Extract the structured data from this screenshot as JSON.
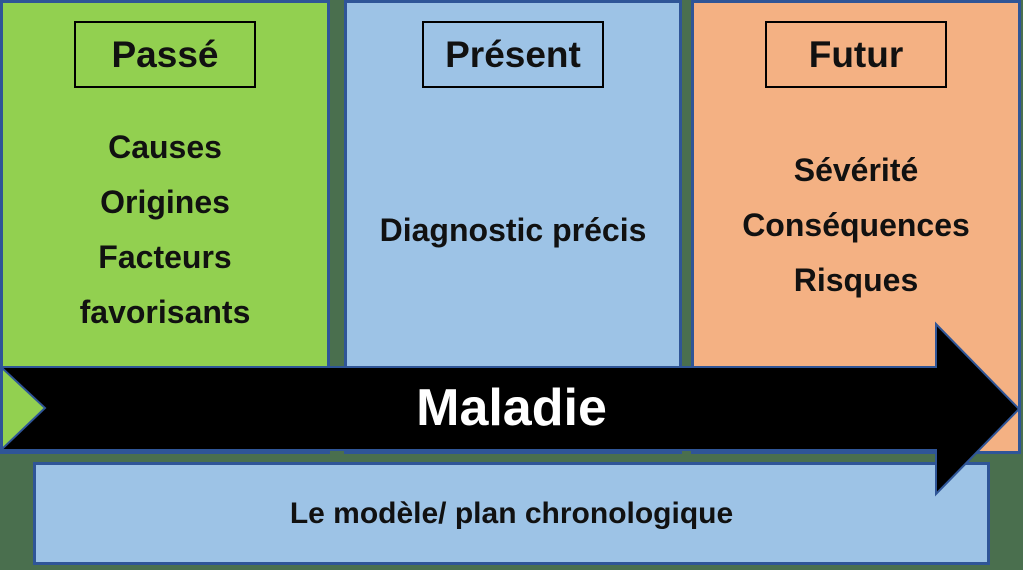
{
  "slide_title": "Le modèle/ plan chronologique",
  "colors": {
    "bg": "#4a6f4e",
    "border-blue": "#2f5597",
    "green": "#92d050",
    "blue": "#9dc3e6",
    "orange": "#f4b183",
    "arrow": "#000000",
    "arrow-text": "#ffffff",
    "text": "#111111"
  },
  "panels": [
    {
      "id": "passe",
      "title": "Passé",
      "fill": "#92d050",
      "items": [
        "Causes",
        "Origines",
        "Facteurs",
        "favorisants"
      ]
    },
    {
      "id": "present",
      "title": "Présent",
      "fill": "#9dc3e6",
      "items": [
        "Diagnostic précis"
      ]
    },
    {
      "id": "futur",
      "title": "Futur",
      "fill": "#f4b183",
      "items": [
        "Sévérité",
        "Conséquences",
        "Risques"
      ]
    }
  ],
  "arrow": {
    "label": "Maladie",
    "fill": "#000000",
    "text_color": "#ffffff",
    "direction": "right"
  },
  "footer": {
    "label": "Le modèle/ plan chronologique",
    "fill": "#9dc3e6"
  }
}
